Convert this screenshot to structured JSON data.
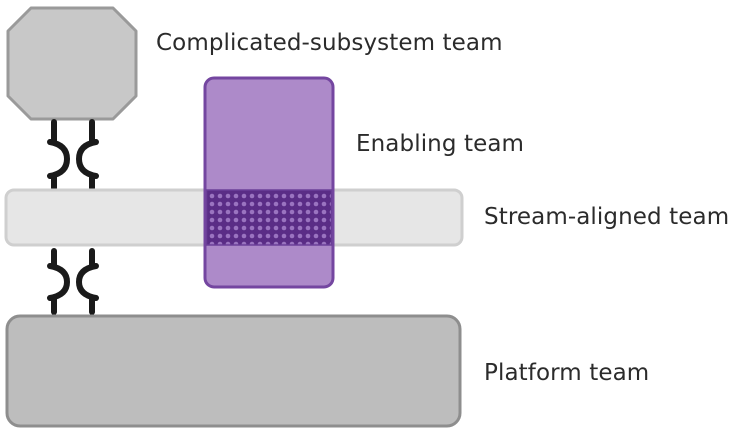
{
  "labels": {
    "complicated_subsystem": "Complicated-subsystem team",
    "enabling": "Enabling team",
    "stream_aligned": "Stream-aligned team",
    "platform": "Platform team"
  },
  "colors": {
    "complicated_fill": "#c8c8c8",
    "complicated_stroke": "#9a9a9a",
    "stream_fill": "#e6e6e6",
    "stream_stroke": "#cfcfcf",
    "enabling_fill": "#ad8ac9",
    "enabling_stroke": "#7446a0",
    "overlap_fill": "#6b3f98",
    "platform_fill": "#bdbdbd",
    "platform_stroke": "#8e8e8e",
    "connector": "#1a1a1a"
  }
}
